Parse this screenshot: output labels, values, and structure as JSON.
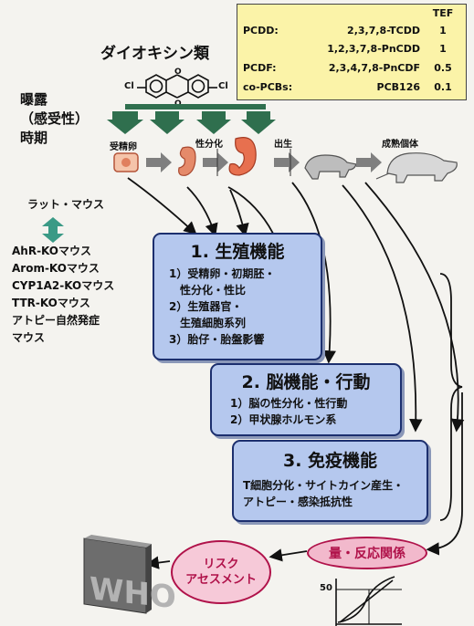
{
  "tef_table": {
    "header": "TEF",
    "rows": [
      {
        "class": "PCDD:",
        "compound": "2,3,7,8-TCDD",
        "tef": "1"
      },
      {
        "class": "",
        "compound": "1,2,3,7,8-PnCDD",
        "tef": "1"
      },
      {
        "class": "PCDF:",
        "compound": "2,3,4,7,8-PnCDF",
        "tef": "0.5"
      },
      {
        "class": "co-PCBs:",
        "compound": "PCB126",
        "tef": "0.1"
      }
    ]
  },
  "dioxin_title": "ダイオキシン類",
  "molecule": {
    "left_atom": "Cl",
    "right_atom": "Cl"
  },
  "exposure_label": [
    "曝露",
    "（感受性）",
    "時期"
  ],
  "stages": {
    "fertilized_egg": "受精卵",
    "sex_differentiation": "性分化",
    "birth": "出生",
    "adult": "成熟個体"
  },
  "rat_mouse_label": "ラット・マウス",
  "mouse_models": [
    "AhR-KOマウス",
    "Arom-KOマウス",
    "CYP1A2-KOマウス",
    "TTR-KOマウス",
    "アトピー自然発症",
    "マウス"
  ],
  "boxes": [
    {
      "heading": "1. 生殖機能",
      "items": [
        "1）受精卵・初期胚・",
        "　性分化・性比",
        "2）生殖器官・",
        "　生殖細胞系列",
        "3）胎仔・胎盤影響"
      ]
    },
    {
      "heading": "2. 脳機能・行動",
      "items": [
        "1）脳の性分化・性行動",
        "2）甲状腺ホルモン系"
      ]
    },
    {
      "heading": "3. 免疫機能",
      "items": [
        "T細胞分化・サイトカイン産生・",
        "アトピー・感染抵抗性"
      ]
    }
  ],
  "dose_response": "量・反応関係",
  "risk_assessment": [
    "リスク",
    "アセスメント"
  ],
  "who_logo": "WHO",
  "graph_label": "50",
  "colors": {
    "tef_bg": "#fbf3a8",
    "box_fill": "#b5c8ee",
    "box_border": "#1c2f6e",
    "arrow_green": "#2f6f4e",
    "accent": "#b0124a",
    "ellipse_fill": "#f2b9cc"
  }
}
